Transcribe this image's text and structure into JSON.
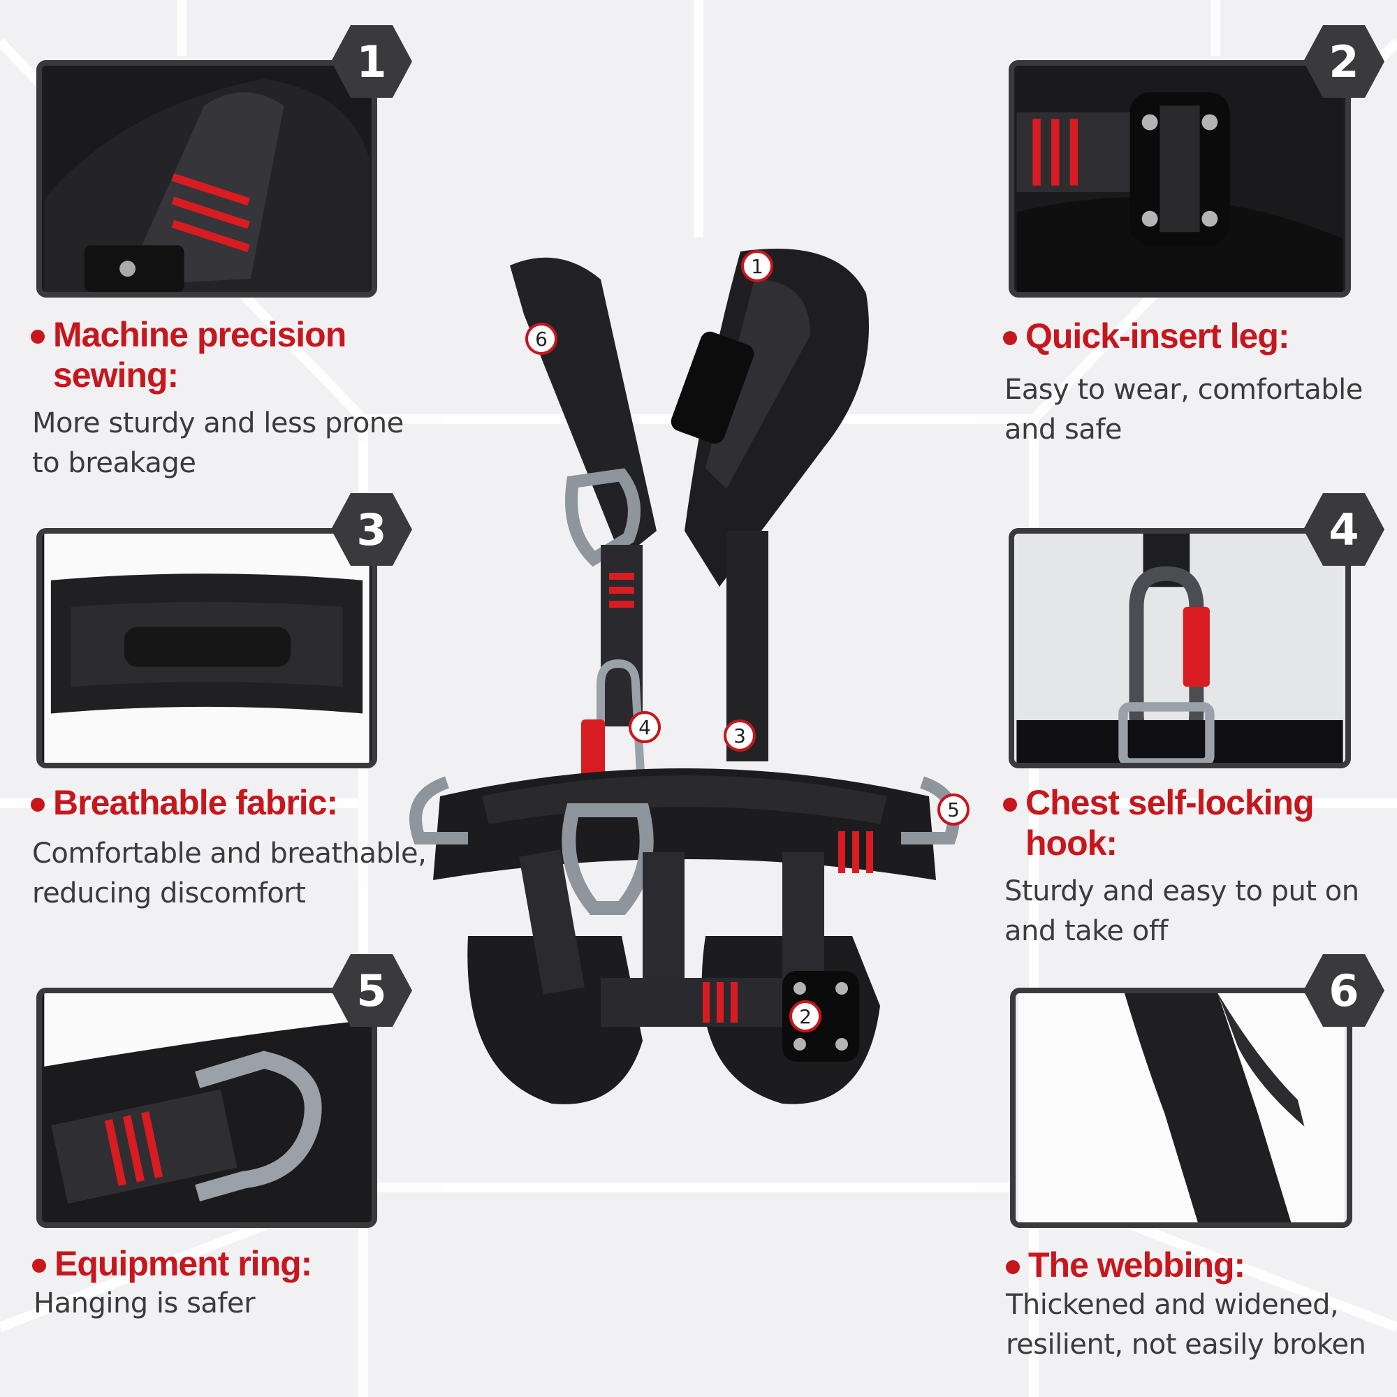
{
  "features": [
    {
      "number": "1",
      "title_line1": "Machine precision",
      "title_line2": "sewing:",
      "desc_line1": "More sturdy and less prone",
      "desc_line2": "to breakage"
    },
    {
      "number": "2",
      "title_line1": "Quick-insert leg:",
      "title_line2": "",
      "desc_line1": "Easy to wear, comfortable",
      "desc_line2": "and safe"
    },
    {
      "number": "3",
      "title_line1": "Breathable fabric:",
      "title_line2": "",
      "desc_line1": "Comfortable and breathable,",
      "desc_line2": "reducing discomfort"
    },
    {
      "number": "4",
      "title_line1": "Chest self-locking",
      "title_line2": "hook:",
      "desc_line1": "Sturdy and easy to put on",
      "desc_line2": "and take off"
    },
    {
      "number": "5",
      "title_line1": "Equipment ring:",
      "title_line2": "",
      "desc_line1": "Hanging is safer",
      "desc_line2": ""
    },
    {
      "number": "6",
      "title_line1": "The webbing:",
      "title_line2": "",
      "desc_line1": "Thickened and widened,",
      "desc_line2": "resilient, not easily broken"
    }
  ],
  "markers": [
    "1",
    "2",
    "3",
    "4",
    "5",
    "6"
  ],
  "colors": {
    "accent": "#c8161d",
    "frame": "#3a3a3c",
    "strap": "#1f1f22",
    "metal": "#8e959c"
  }
}
